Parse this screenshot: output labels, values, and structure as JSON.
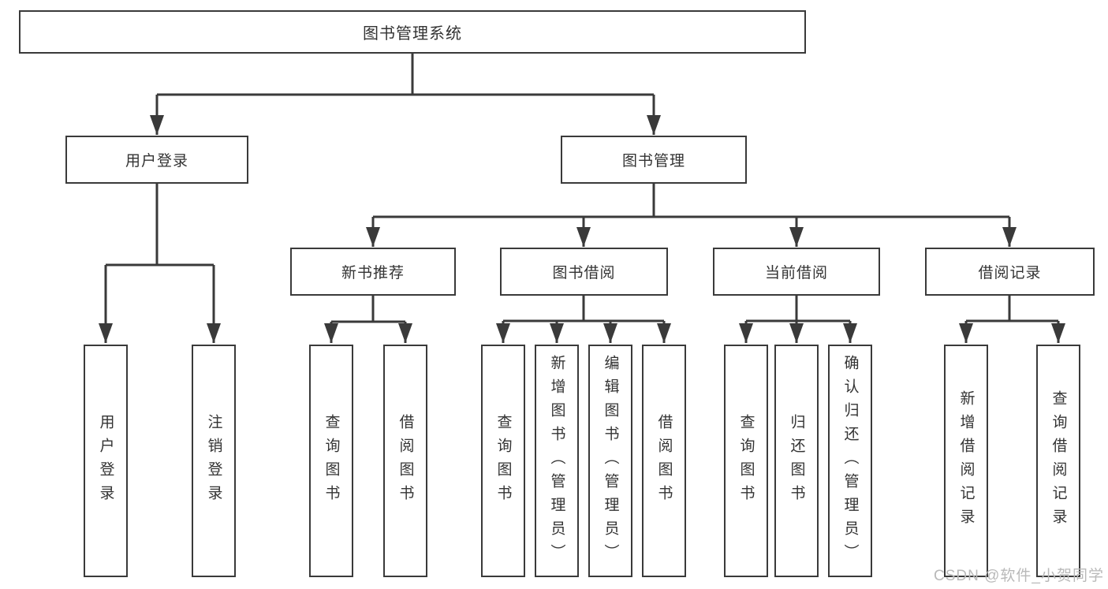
{
  "diagram": {
    "title_node": {
      "label": "图书管理系统"
    },
    "user_login": {
      "label": "用户登录",
      "children": [
        {
          "label": "用户登录"
        },
        {
          "label": "注销登录"
        }
      ]
    },
    "book_management": {
      "label": "图书管理",
      "modules": [
        {
          "label": "新书推荐",
          "children": [
            {
              "label": "查询图书"
            },
            {
              "label": "借阅图书"
            }
          ]
        },
        {
          "label": "图书借阅",
          "children": [
            {
              "label": "查询图书"
            },
            {
              "label": "新增图书（管理员）"
            },
            {
              "label": "编辑图书（管理员）"
            },
            {
              "label": "借阅图书"
            }
          ]
        },
        {
          "label": "当前借阅",
          "children": [
            {
              "label": "查询图书"
            },
            {
              "label": "归还图书"
            },
            {
              "label": "确认归还（管理员）"
            }
          ]
        },
        {
          "label": "借阅记录",
          "children": [
            {
              "label": "新增借阅记录"
            },
            {
              "label": "查询借阅记录"
            }
          ]
        }
      ]
    },
    "colors": {
      "line": "#3a3a3a",
      "text": "#333333",
      "watermark": "#b9b9b9",
      "background": "#ffffff"
    },
    "watermark": {
      "text": "CSDN @软件_小贺同学"
    }
  }
}
